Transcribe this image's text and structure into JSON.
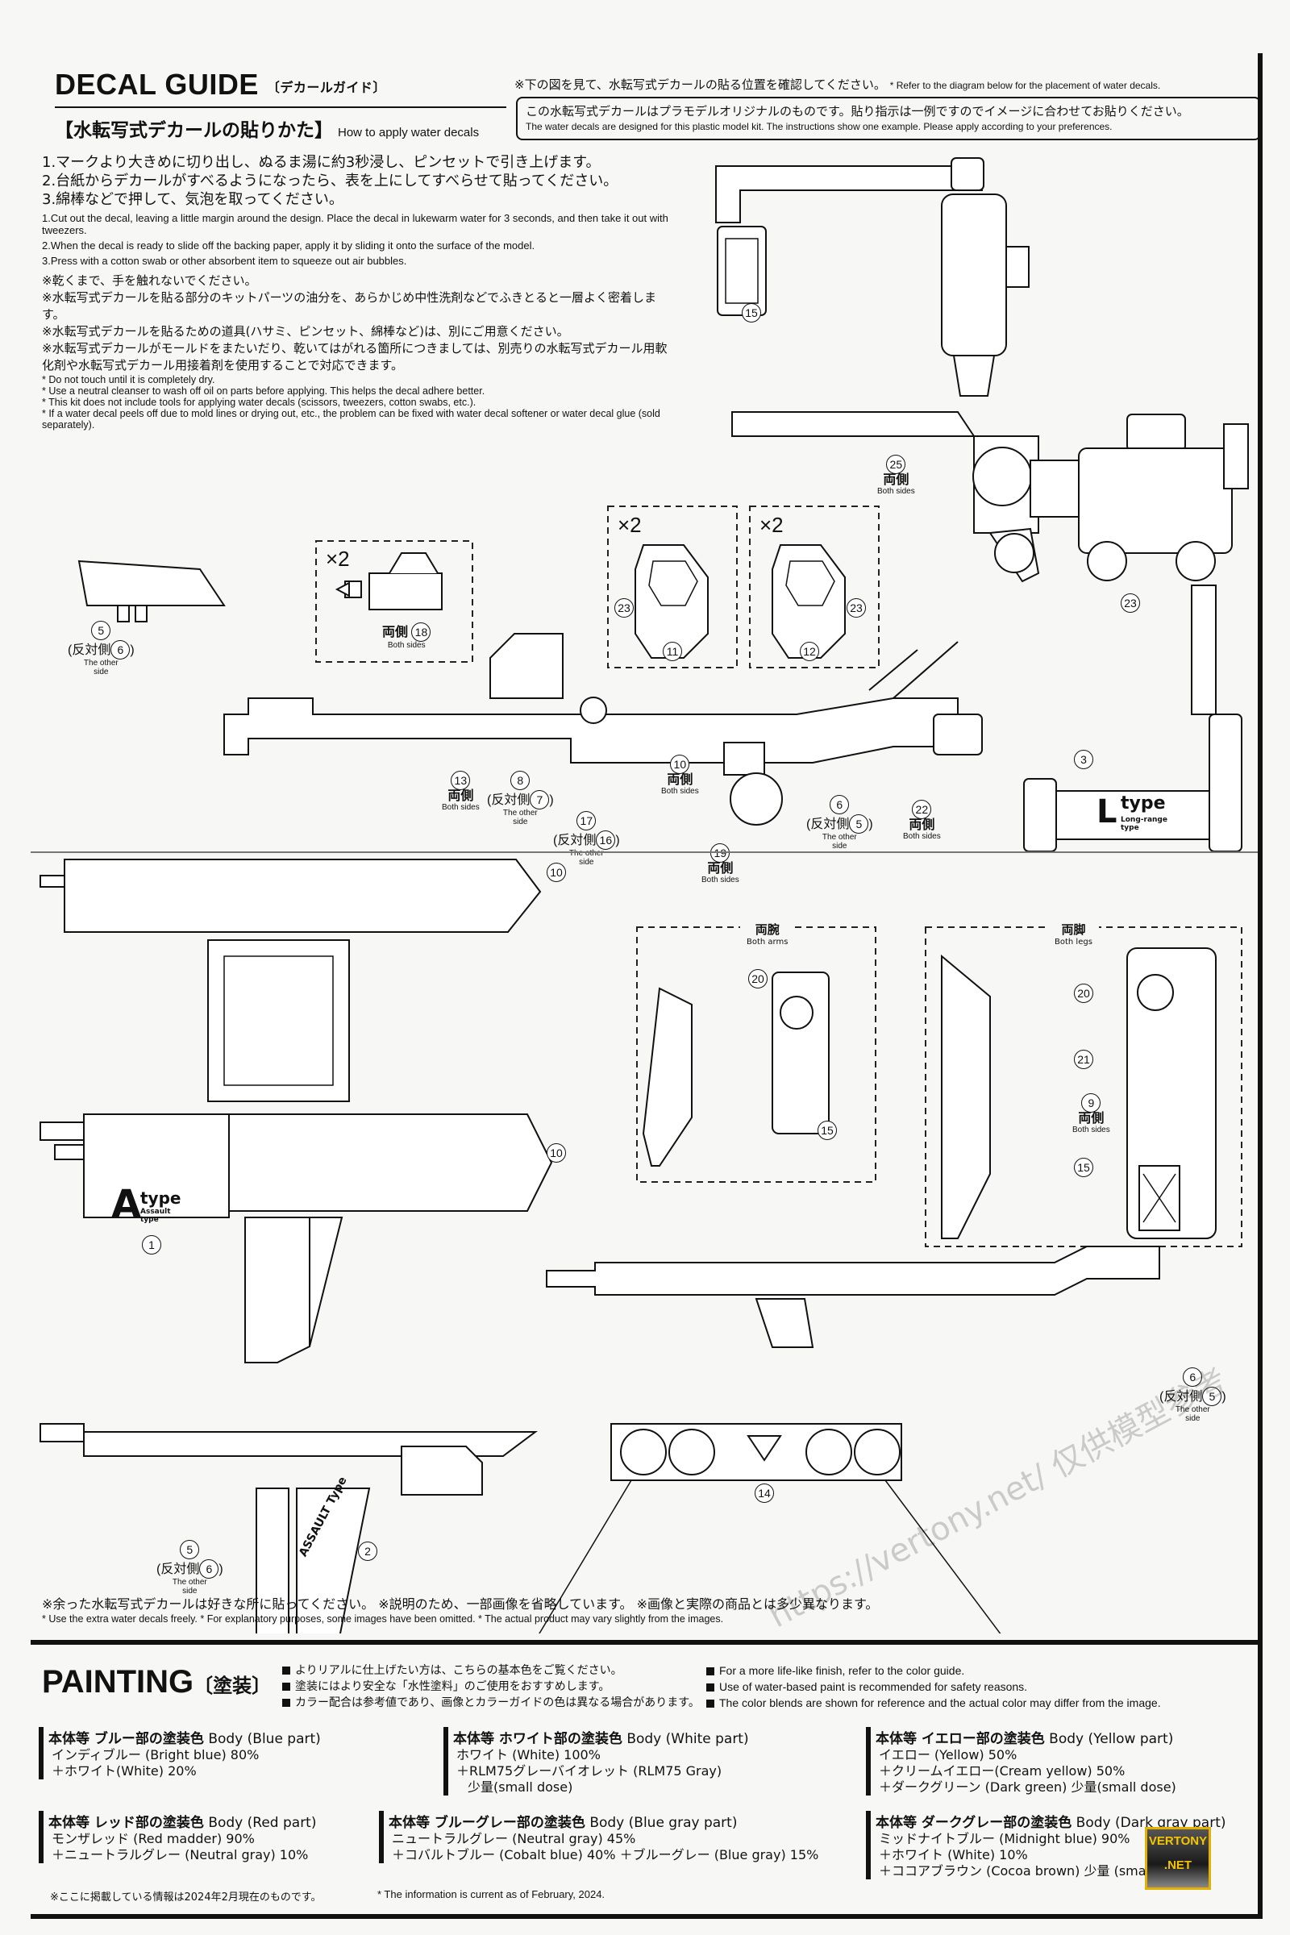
{
  "decal_guide": {
    "title": "DECAL GUIDE",
    "title_jp": "〔デカールガイド〕",
    "howto_jp": "【水転写式デカールの貼りかた】",
    "howto_en": "How to apply water decals",
    "top_note_jp": "※下の図を見て、水転写式デカールの貼る位置を確認してください。",
    "top_note_en": "* Refer to the diagram below for the placement of water decals.",
    "original_box_jp": "この水転写式デカールはプラモデルオリジナルのものです。貼り指示は一例ですのでイメージに合わせてお貼りください。",
    "original_box_en": "The water decals are designed for this plastic model kit. The instructions show one example. Please apply according to your preferences.",
    "steps_jp": [
      "1.マークより大きめに切り出し、ぬるま湯に約3秒浸し、ピンセットで引き上げます。",
      "2.台紙からデカールがすべるようになったら、表を上にしてすべらせて貼ってください。",
      "3.綿棒などで押して、気泡を取ってください。"
    ],
    "steps_en": [
      "1.Cut out the decal, leaving a little margin around the design. Place the decal in lukewarm water for 3 seconds, and then take it out with tweezers.",
      "2.When the decal is ready to slide off the backing paper, apply it by sliding it onto the surface of the model.",
      "3.Press with a cotton swab or other absorbent item to squeeze out air bubbles."
    ],
    "notes_jp": [
      "※乾くまで、手を触れないでください。",
      "※水転写式デカールを貼る部分のキットパーツの油分を、あらかじめ中性洗剤などでふきとると一層よく密着します。",
      "※水転写式デカールを貼るための道具(ハサミ、ピンセット、綿棒など)は、別にご用意ください。",
      "※水転写式デカールがモールドをまたいだり、乾いてはがれる箇所につきましては、別売りの水転写式デカール用軟化剤や水転写式デカール用接着剤を使用することで対応できます。"
    ],
    "notes_en": [
      "* Do not touch until it is completely dry.",
      "* Use a neutral cleanser to wash off oil on parts before applying. This helps the decal adhere better.",
      "* This kit does not include tools for applying water decals (scissors, tweezers, cotton swabs, etc.).",
      "* If a water decal peels off due to mold lines or drying out, etc., the problem can be fixed with water decal softener or water decal glue (sold separately)."
    ],
    "labels": {
      "x2": "×2",
      "both_jp": "両側",
      "both_en": "Both sides",
      "other_jp": "反対側",
      "other_en": "The other side",
      "both_arms_jp": "両腕",
      "both_arms_en": "Both arms",
      "both_legs_jp": "両脚",
      "both_legs_en": "Both legs",
      "l_type_letter": "L",
      "l_type_word": "type",
      "l_type_sub": "Long-range type",
      "a_type_letter": "A",
      "a_type_word": "type",
      "a_type_sub": "Assault type",
      "assault_text": "ASSAULT Type"
    },
    "callouts": [
      {
        "num": "15"
      },
      {
        "num": "25",
        "note": "both"
      },
      {
        "num": "23"
      },
      {
        "num": "5",
        "other": "6"
      },
      {
        "num": "18",
        "note": "both"
      },
      {
        "num": "23"
      },
      {
        "num": "11"
      },
      {
        "num": "23"
      },
      {
        "num": "12"
      },
      {
        "num": "13",
        "note": "both"
      },
      {
        "num": "8",
        "other": "7"
      },
      {
        "num": "17",
        "other": "16"
      },
      {
        "num": "10",
        "note": "both"
      },
      {
        "num": "19",
        "note": "both"
      },
      {
        "num": "6",
        "other": "5"
      },
      {
        "num": "22",
        "note": "both"
      },
      {
        "num": "3"
      },
      {
        "num": "10"
      },
      {
        "num": "10"
      },
      {
        "num": "1"
      },
      {
        "num": "5",
        "other": "6"
      },
      {
        "num": "2"
      },
      {
        "num": "20"
      },
      {
        "num": "15"
      },
      {
        "num": "20"
      },
      {
        "num": "21"
      },
      {
        "num": "9",
        "note": "both"
      },
      {
        "num": "15"
      },
      {
        "num": "6",
        "other": "5"
      },
      {
        "num": "14"
      }
    ],
    "bottom_note_jp": "※余った水転写式デカールは好きな所に貼ってください。 ※説明のため、一部画像を省略しています。 ※画像と実際の商品とは多少異なります。",
    "bottom_note_en": "* Use the extra water decals freely. * For explanatory purposes, some images have been omitted. * The actual product may vary slightly from the images."
  },
  "painting": {
    "title": "PAINTING",
    "title_jp": "〔塗装〕",
    "notes_jp": [
      "よりリアルに仕上げたい方は、こちらの基本色をご覧ください。",
      "塗装にはより安全な「水性塗料」のご使用をおすすめします。",
      "カラー配合は参考値であり、画像とカラーガイドの色は異なる場合があります。"
    ],
    "notes_en": [
      "For a more life-like finish, refer to the color guide.",
      "Use of water-based paint is recommended for safety reasons.",
      "The color blends are shown for reference and the actual color may differ from the image."
    ],
    "blocks": [
      {
        "head_jp": "本体等 ブルー部の塗装色",
        "head_en": "Body (Blue part)",
        "rows": [
          "インディブルー (Bright blue) 80%",
          "＋ホワイト(White) 20%"
        ]
      },
      {
        "head_jp": "本体等 ホワイト部の塗装色",
        "head_en": "Body (White part)",
        "rows": [
          "ホワイト (White) 100%",
          "＋RLM75グレーバイオレット (RLM75 Gray)",
          "少量(small dose)"
        ]
      },
      {
        "head_jp": "本体等 イエロー部の塗装色",
        "head_en": "Body (Yellow part)",
        "rows": [
          "イエロー (Yellow) 50%",
          "＋クリームイエロー(Cream yellow) 50%",
          "＋ダークグリーン (Dark green) 少量(small dose)"
        ]
      },
      {
        "head_jp": "本体等 レッド部の塗装色",
        "head_en": "Body (Red part)",
        "rows": [
          "モンザレッド (Red madder) 90%",
          "＋ニュートラルグレー (Neutral gray) 10%"
        ]
      },
      {
        "head_jp": "本体等 ブルーグレー部の塗装色",
        "head_en": "Body (Blue gray part)",
        "rows": [
          "ニュートラルグレー (Neutral gray) 45%",
          "＋コバルトブルー (Cobalt blue) 40% ＋ブルーグレー (Blue gray) 15%"
        ]
      },
      {
        "head_jp": "本体等 ダークグレー部の塗装色",
        "head_en": "Body (Dark gray part)",
        "rows": [
          "ミッドナイトブルー (Midnight blue) 90%",
          "＋ホワイト (White) 10%",
          "＋ココアブラウン (Cocoa brown) 少量 (small dose)"
        ]
      }
    ],
    "footer_jp": "※ここに掲載している情報は2024年2月現在のものです。",
    "footer_en": "* The information is current as of February, 2024."
  },
  "watermark": {
    "text": "https://vertony.net/ 仅供模型参考",
    "badge_line1": "VERTONY",
    "badge_line2": ".NET"
  }
}
